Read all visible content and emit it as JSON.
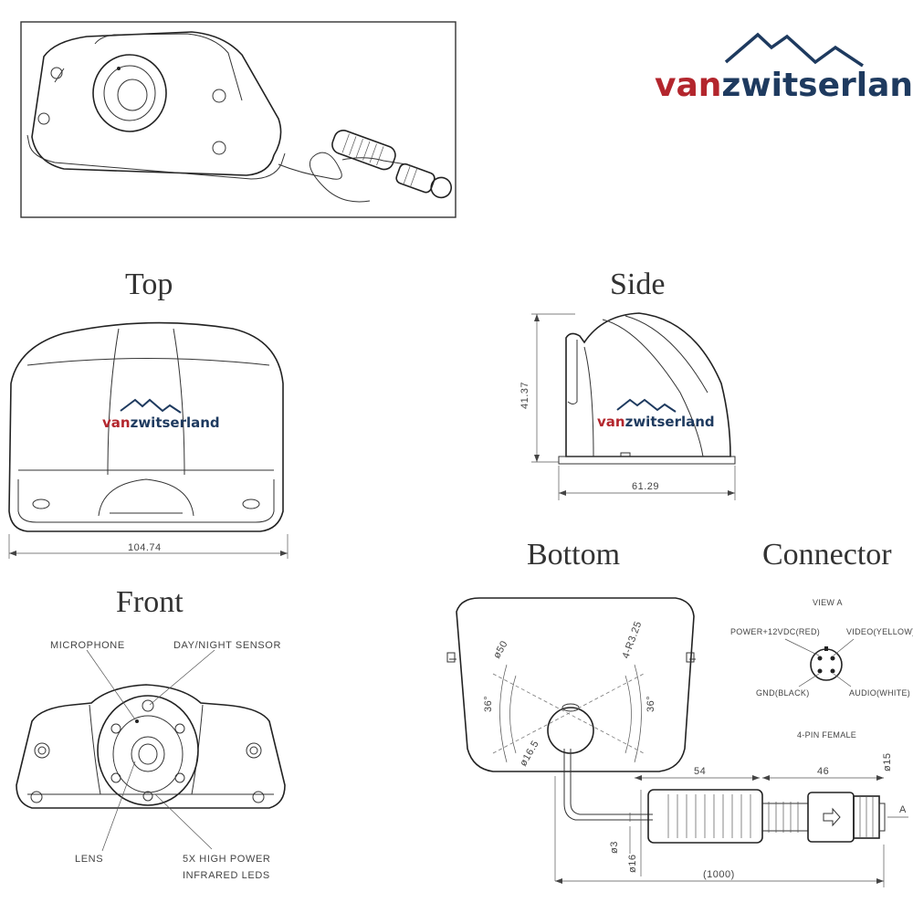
{
  "logo": {
    "brand_part1": "van",
    "brand_part2": "zwitserland",
    "color_part1": "#b3262d",
    "color_part2": "#1e3a5f",
    "mountain_color": "#1e3a5f"
  },
  "views": {
    "top": "Top",
    "side": "Side",
    "front": "Front",
    "bottom": "Bottom",
    "connector": "Connector"
  },
  "dimensions": {
    "top_width": "104.74",
    "side_height": "41.37",
    "side_width": "61.29",
    "bottom_dia50": "ø50",
    "bottom_r": "4-R3.25",
    "angle_left": "36°",
    "angle_right": "36°",
    "dia165": "ø16.5",
    "len54": "54",
    "len46": "46",
    "dia15": "ø15",
    "dia3": "ø3",
    "dia16": "ø16",
    "cable": "(1000)",
    "view_a_marker": "A"
  },
  "front_labels": {
    "microphone": "MICROPHONE",
    "day_night": "DAY/NIGHT SENSOR",
    "lens": "LENS",
    "ir_line1": "5X HIGH POWER",
    "ir_line2": "INFRARED LEDS"
  },
  "connector": {
    "view": "VIEW A",
    "power": "POWER+12VDC(RED)",
    "video": "VIDEO(YELLOW)",
    "gnd": "GND(BLACK)",
    "audio": "AUDIO(WHITE)",
    "type": "4-PIN FEMALE"
  }
}
